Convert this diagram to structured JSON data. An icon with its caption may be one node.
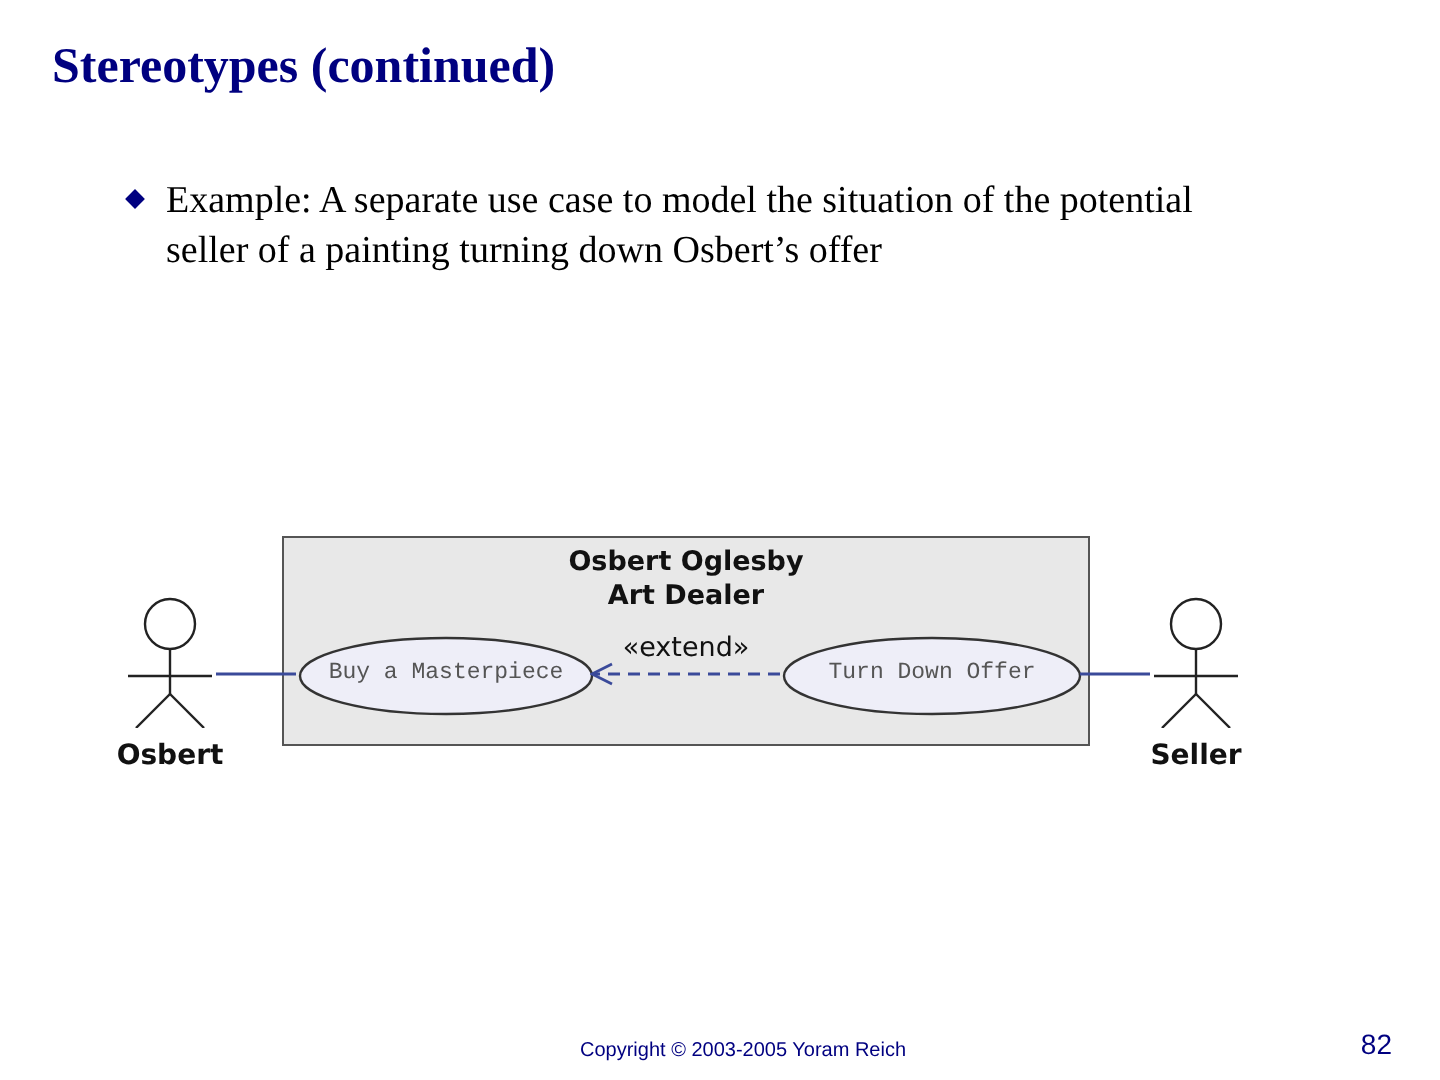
{
  "diagram": {
    "title": "Stereotypes (continued)",
    "nodes": [
      {
        "text": [
          "Osbert"
        ]
      },
      {
        "text": [
          "Osbert Oglesby Art Dealer"
        ]
      },
      {
        "text": [
          "Buy a Masterpiece"
        ],
        "in": 1
      },
      {
        "text": [
          "Turn Down Offer"
        ],
        "in": 1
      },
      {
        "text": [
          "Seller"
        ]
      }
    ],
    "edges": [
      {
        "from": 0,
        "to": 2,
        "arrow": "none"
      },
      {
        "from": 3,
        "to": 2,
        "arrow": "to",
        "label": "«extend»",
        "style": "dashed"
      },
      {
        "from": 4,
        "to": 3,
        "arrow": "none"
      }
    ],
    "labels": [
      "Example:  A separate use case to model the situation of the potential seller of a painting turning down Osbert’s offer",
      "Copyright © 2003-2005 Yoram Reich",
      "82"
    ]
  }
}
